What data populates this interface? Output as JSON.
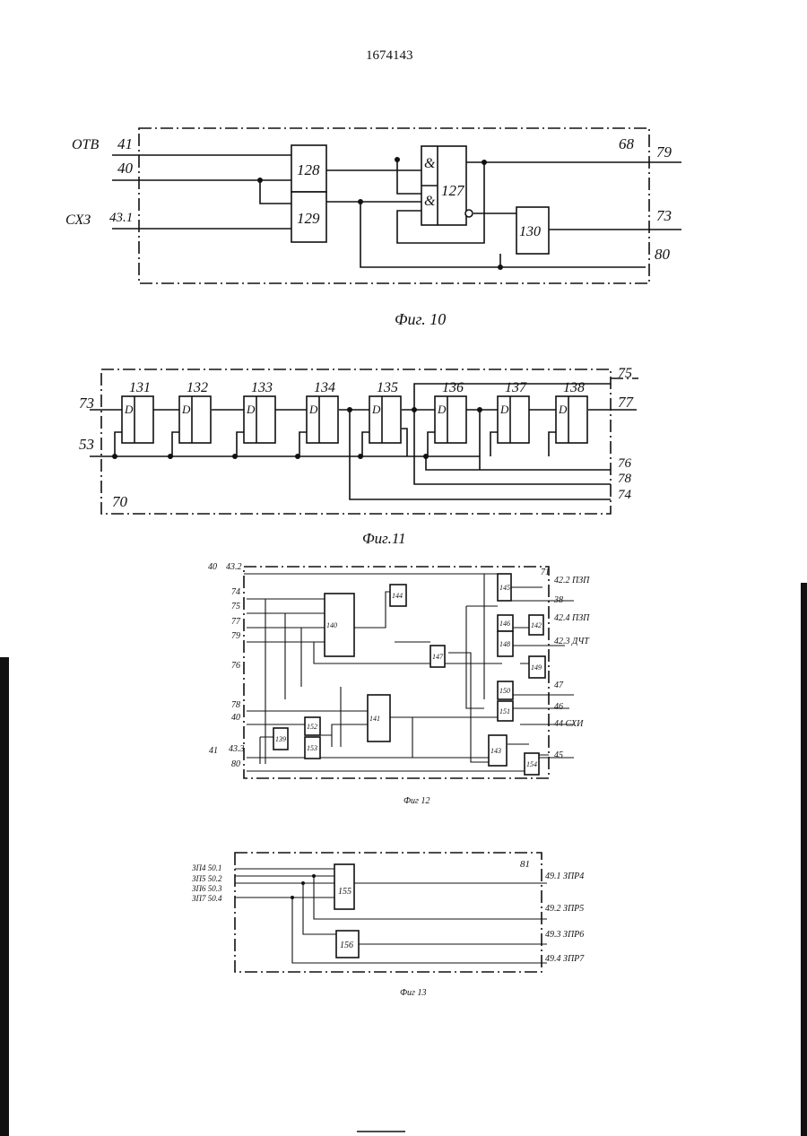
{
  "page_number": "1674143",
  "fig10": {
    "caption": "Фиг. 10",
    "frame_label": "68",
    "inputs": {
      "otv": "ОТВ",
      "in41": "41",
      "in40": "40",
      "sx3": "СХЗ",
      "in431": "43.1"
    },
    "outputs": {
      "o79": "79",
      "o73": "73",
      "o80": "80"
    },
    "blocks": {
      "b128": "128",
      "b129": "129",
      "b127": "127",
      "b130": "130"
    },
    "and_sign": "&"
  },
  "fig11": {
    "caption": "Фиг.11",
    "frame_label": "70",
    "inputs": {
      "i73": "73",
      "i53": "53"
    },
    "outputs": {
      "o75": "75",
      "o77": "77",
      "o76": "76",
      "o78": "78",
      "o74": "74"
    },
    "triggers": [
      "131",
      "132",
      "133",
      "134",
      "135",
      "136",
      "137",
      "138"
    ],
    "d_label": "D"
  },
  "fig12": {
    "caption": "Фиг 12",
    "frame_label": "71",
    "left_labels": [
      "74",
      "75",
      "77",
      "79",
      "76",
      "78",
      "40",
      "43.3",
      "80"
    ],
    "node_labels": {
      "n40": "40",
      "n432": "43.2",
      "n41": "41"
    },
    "right_labels": [
      "42.2 ПЗП",
      "38",
      "42.4 ПЗП",
      "42.3 ДЧТ",
      "47",
      "46",
      "44 СХИ",
      "45"
    ],
    "blocks": [
      "140",
      "141",
      "142",
      "143",
      "144",
      "145",
      "146",
      "147",
      "148",
      "149",
      "150",
      "151",
      "152",
      "153",
      "154",
      "139"
    ]
  },
  "fig13": {
    "caption": "Фиг 13",
    "frame_label": "81",
    "left_labels": [
      "ЗП4 50.1",
      "ЗП5 50.2",
      "ЗП6 50.3",
      "ЗП7 50.4"
    ],
    "right_labels": [
      "49.1 ЗПР4",
      "49.2 ЗПР5",
      "49.3 ЗПР6",
      "49.4 ЗПР7"
    ],
    "blocks": [
      "155",
      "156"
    ]
  }
}
